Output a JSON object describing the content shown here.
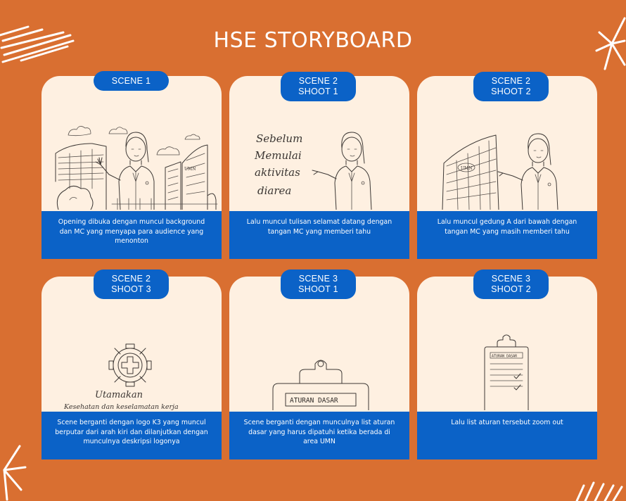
{
  "title": "HSE STORYBOARD",
  "cards": [
    {
      "scene_line1": "SCENE 1",
      "scene_line2": "",
      "description": "Opening dibuka dengan muncul background dan MC yang menyapa para audience yang menonton",
      "illustration": "mc-with-campus-buildings"
    },
    {
      "scene_line1": "SCENE 2",
      "scene_line2": "SHOOT 1",
      "description": "Lalu muncul tulisan selamat datang dengan tangan MC yang memberi tahu",
      "illustration": "mc-with-handwritten-text",
      "handwritten": [
        "Sebelum",
        "Memulai",
        "aktivitas",
        "diarea"
      ]
    },
    {
      "scene_line1": "SCENE 2",
      "scene_line2": "SHOOT 2",
      "description": "Lalu muncul gedung A dari bawah dengan tangan MC yang masih memberi tahu",
      "illustration": "mc-with-building-a"
    },
    {
      "scene_line1": "SCENE 2",
      "scene_line2": "SHOOT 3",
      "description": "Scene berganti dengan logo K3 yang muncul berputar dari arah kiri dan dilanjutkan dengan munculnya deskripsi logonya",
      "illustration": "k3-gear-logo",
      "handwritten": [
        "Utamakan",
        "Kesehatan dan keselamatan kerja"
      ]
    },
    {
      "scene_line1": "SCENE 3",
      "scene_line2": "SHOOT 1",
      "description": "Scene berganti dengan munculnya list aturan dasar yang harus dipatuhi ketika berada di area UMN",
      "illustration": "clipboard-close-up",
      "handwritten": [
        "ATURAN DASAR"
      ]
    },
    {
      "scene_line1": "SCENE 3",
      "scene_line2": "SHOOT 2",
      "description": "Lalu list aturan tersebut zoom out",
      "illustration": "clipboard-zoomed-out",
      "handwritten": [
        "ATURAN DASAR"
      ]
    }
  ],
  "colors": {
    "background": "#D96F31",
    "card": "#FEF0E1",
    "accent_blue": "#0B62C7",
    "text_light": "#FFFFFF"
  }
}
